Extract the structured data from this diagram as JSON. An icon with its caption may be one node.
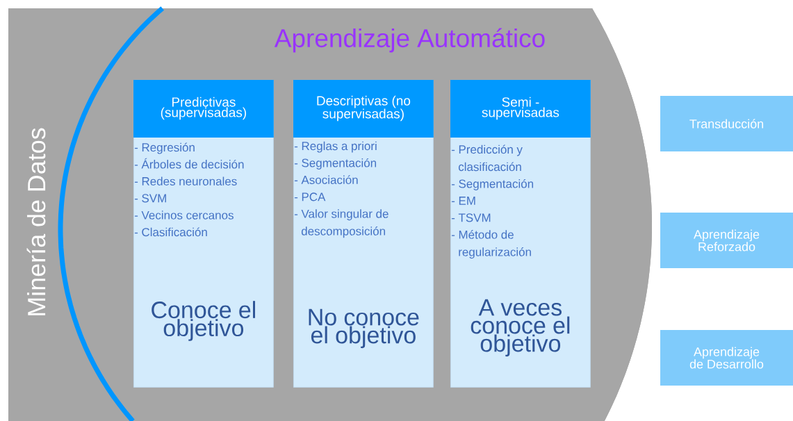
{
  "diagram": {
    "nodes": [
      {
        "text": [
          "Minería de Datos"
        ]
      },
      {
        "text": [
          "Aprendizaje Automático"
        ],
        "in": 0
      },
      {
        "text": [
          "Predictivas (supervisadas)",
          "- Regresión",
          "- Árboles de decisión",
          "- Redes neuronales",
          "- SVM",
          "- Vecinos cercanos",
          "- Clasificación",
          "Conoce el objetivo"
        ],
        "in": 1
      },
      {
        "text": [
          "Descriptivas (no supervisadas)",
          "- Reglas a priori",
          "- Segmentación",
          "- Asociación",
          "- PCA",
          "- Valor singular de descomposición",
          "No conoce el objetivo"
        ],
        "in": 1
      },
      {
        "text": [
          "Semi - supervisadas",
          "- Predicción y clasificación",
          "- Segmentación",
          "- EM",
          "- TSVM",
          "- Método de regularización",
          "A veces conoce el objetivo"
        ],
        "in": 1
      },
      {
        "text": [
          "Transducción"
        ]
      },
      {
        "text": [
          "Aprendizaje Reforzado"
        ]
      },
      {
        "text": [
          "Aprendizaje de Desarrollo"
        ]
      }
    ]
  }
}
